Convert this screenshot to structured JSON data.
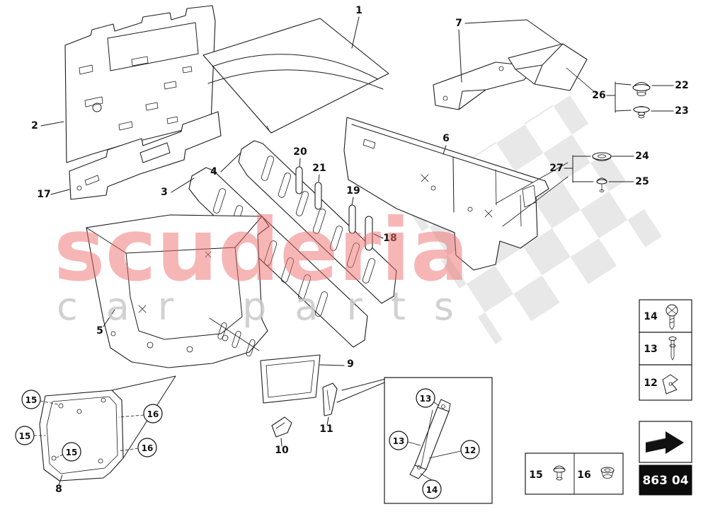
{
  "watermark": {
    "title": "scuderia",
    "subtitle": "car parts"
  },
  "part_code": "863 04",
  "colors": {
    "watermark_red": "#ee6f6f",
    "watermark_gray": "#c9c9c9",
    "checker_gray": "#e8e8e8",
    "ink": "#1b1b1b"
  },
  "labels": {
    "1": "1",
    "2": "2",
    "3": "3",
    "4": "4",
    "5": "5",
    "6": "6",
    "7": "7",
    "8": "8",
    "9": "9",
    "10": "10",
    "11": "11",
    "12": "12",
    "13": "13",
    "14": "14",
    "15": "15",
    "16": "16",
    "17": "17",
    "18": "18",
    "19": "19",
    "20": "20",
    "21": "21",
    "22": "22",
    "23": "23",
    "24": "24",
    "25": "25",
    "26": "26",
    "27": "27"
  }
}
